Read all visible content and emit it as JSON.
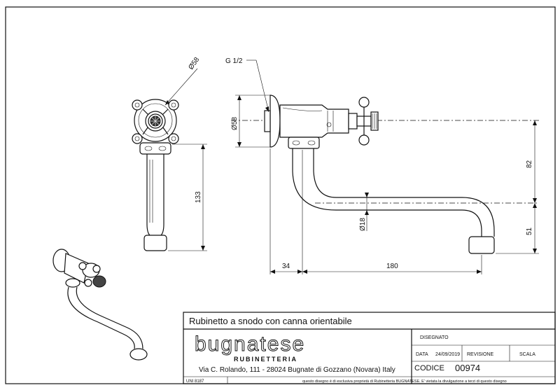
{
  "drawing": {
    "dimensions": {
      "front_diameter": "Ø58",
      "front_height": "133",
      "side_thread": "G 1/2",
      "side_diameter": "Ø58",
      "spout_diameter": "Ø18",
      "offset_left": "34",
      "reach": "180",
      "height_upper": "82",
      "height_lower": "51"
    }
  },
  "title_block": {
    "title": "Rubinetto a snodo con canna orientabile",
    "brand_name": "bugnatese",
    "brand_sub": "RUBINETTERIA",
    "address": "Via C. Rolando, 111 - 28024 Bugnate di Gozzano (Novara) Italy",
    "disegnato_label": "DISEGNATO",
    "data_label": "DATA",
    "data_value": "24/09/2019",
    "revisione_label": "REVISIONE",
    "scala_label": "SCALA",
    "codice_label": "CODICE",
    "codice_value": "00974",
    "uni_label": "UNI 8187",
    "notice": "questo disegno è di esclusiva proprietà di Rubinetteria BUGNATESE. E' vietata la divulgazione a terzi di questo disegno"
  }
}
